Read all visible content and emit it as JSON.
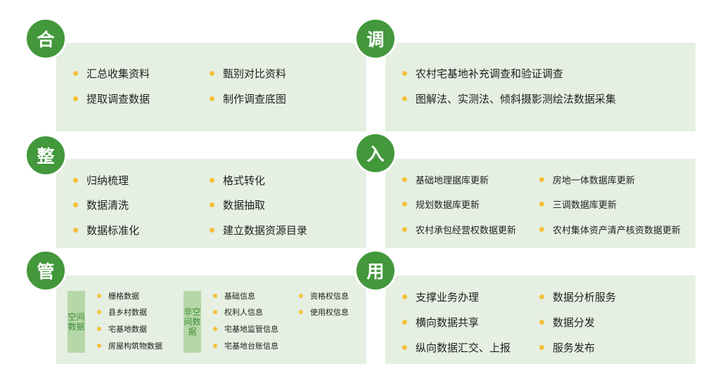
{
  "colors": {
    "accent": "#42983b",
    "panel": "#e5efe2",
    "bullet": "#f3c13c",
    "label_bg": "#b6d8a8"
  },
  "sections": {
    "he": {
      "title": "合",
      "items": [
        "汇总收集资料",
        "甄别对比资料",
        "提取调查数据",
        "制作调查底图"
      ]
    },
    "diao": {
      "title": "调",
      "items": [
        "农村宅基地补充调查和验证调查",
        "图解法、实测法、倾斜摄影测绘法数据采集"
      ]
    },
    "zheng": {
      "title": "整",
      "items": [
        "归纳梳理",
        "格式转化",
        "数据清洗",
        "数据抽取",
        "数据标准化",
        "建立数据资源目录"
      ]
    },
    "ru": {
      "title": "入",
      "items": [
        "基础地理据库更新",
        "房地一体数据库更新",
        "规划数据库更新",
        "三调数据库更新",
        "农村承包经营权数据更新",
        "农村集体资产清产核资数据更新"
      ]
    },
    "guan": {
      "title": "管",
      "spatial_label": "空间数据",
      "spatial_items": [
        "栅格数据",
        "县乡村数据",
        "宅基地数据",
        "房屋构筑物数据"
      ],
      "nonspatial_label": "非空间数据",
      "nonspatial_items": [
        "基础信息",
        "资格权信息",
        "权利人信息",
        "使用权信息",
        "宅基地监管信息",
        "宅基地台账信息"
      ]
    },
    "yong": {
      "title": "用",
      "items": [
        "支撑业务办理",
        "数据分析服务",
        "横向数据共享",
        "数据分发",
        "纵向数据汇交、上报",
        "服务发布"
      ]
    }
  }
}
